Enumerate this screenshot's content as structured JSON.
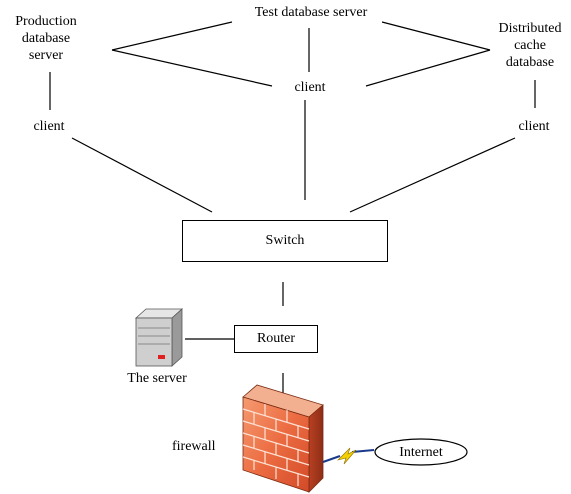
{
  "nodes": {
    "production_db": "Production\ndatabase\nserver",
    "test_db": "Test database server",
    "distributed_cache": "Distributed\ncache\ndatabase",
    "client_left": "client",
    "client_center": "client",
    "client_right": "client",
    "switch": "Switch",
    "router": "Router",
    "server": "The server",
    "firewall": "firewall",
    "internet": "Internet"
  },
  "colors": {
    "line": "#000000",
    "firewall_brick": "#e8643c",
    "server_body": "#c8c8c8",
    "lightning": "#f5d000",
    "internet_link": "#1a3a8c"
  }
}
